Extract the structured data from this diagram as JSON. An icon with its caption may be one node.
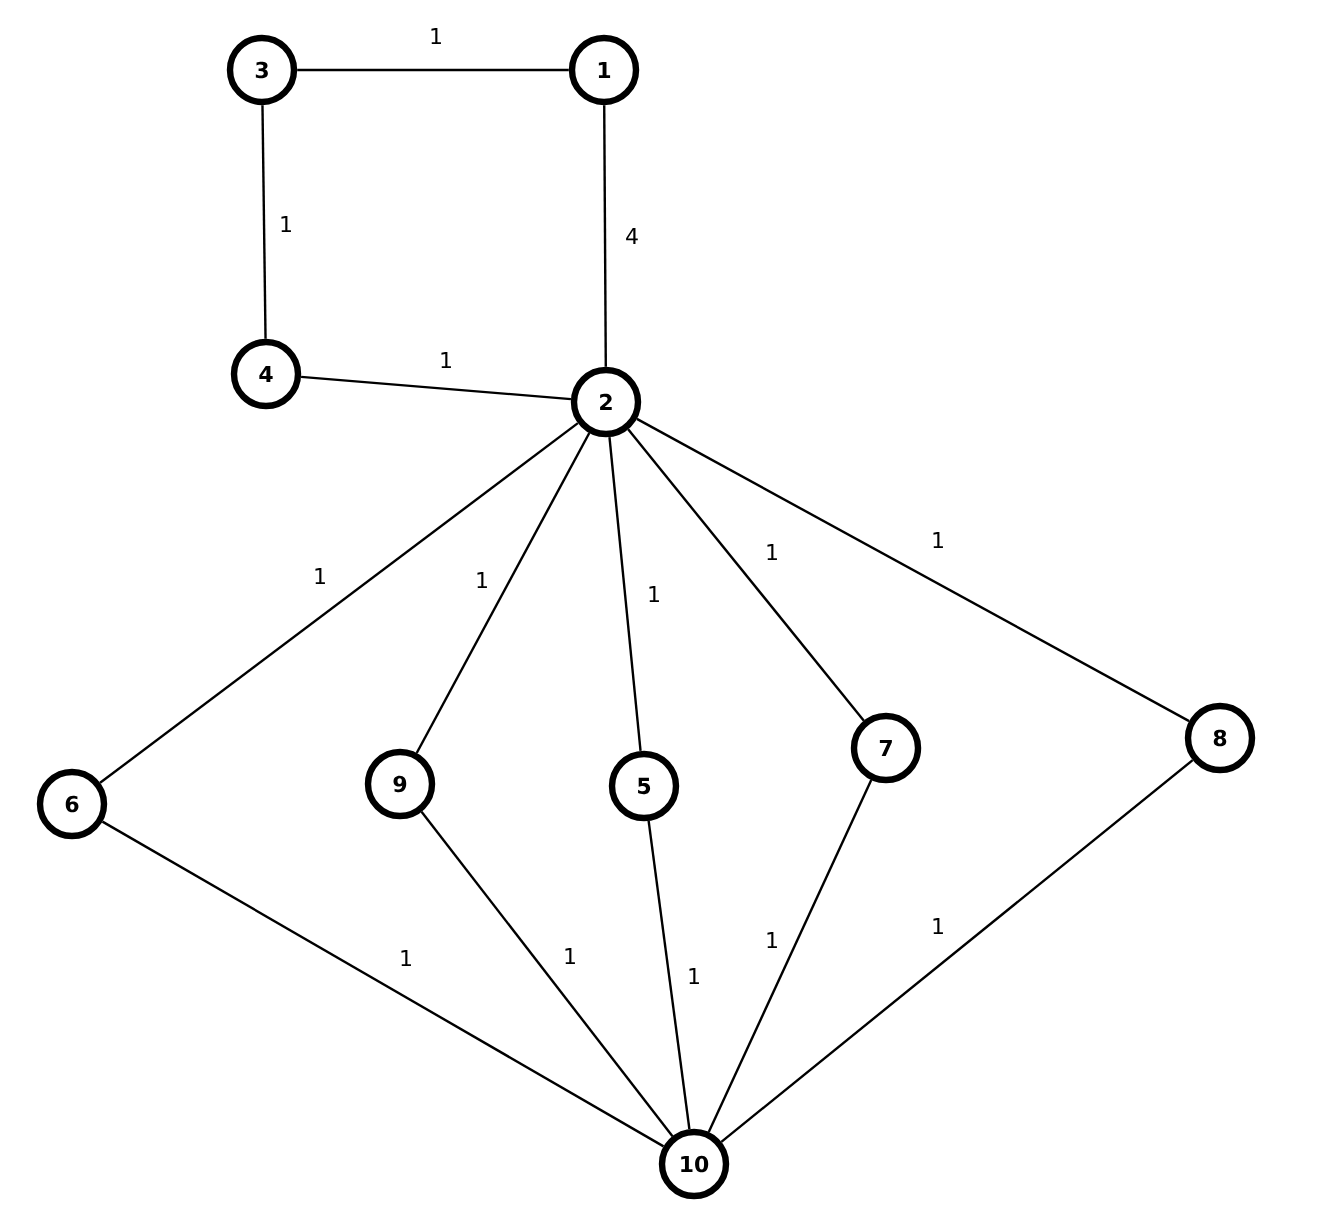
{
  "diagram": {
    "nodes": [
      {
        "text": [
          "3"
        ]
      },
      {
        "text": [
          "1"
        ]
      },
      {
        "text": [
          "4"
        ]
      },
      {
        "text": [
          "2"
        ]
      },
      {
        "text": [
          "6"
        ]
      },
      {
        "text": [
          "9"
        ]
      },
      {
        "text": [
          "5"
        ]
      },
      {
        "text": [
          "7"
        ]
      },
      {
        "text": [
          "8"
        ]
      },
      {
        "text": [
          "10"
        ]
      }
    ],
    "edges": [
      {
        "from": 0,
        "to": 1,
        "arrow": "none",
        "label": "1"
      },
      {
        "from": 0,
        "to": 2,
        "arrow": "none",
        "label": "1"
      },
      {
        "from": 1,
        "to": 3,
        "arrow": "none",
        "label": "4"
      },
      {
        "from": 2,
        "to": 3,
        "arrow": "none",
        "label": "1"
      },
      {
        "from": 3,
        "to": 4,
        "arrow": "none",
        "label": "1"
      },
      {
        "from": 3,
        "to": 5,
        "arrow": "none",
        "label": "1"
      },
      {
        "from": 3,
        "to": 6,
        "arrow": "none",
        "label": "1"
      },
      {
        "from": 3,
        "to": 7,
        "arrow": "none",
        "label": "1"
      },
      {
        "from": 3,
        "to": 8,
        "arrow": "none",
        "label": "1"
      },
      {
        "from": 4,
        "to": 9,
        "arrow": "none",
        "label": "1"
      },
      {
        "from": 5,
        "to": 9,
        "arrow": "none",
        "label": "1"
      },
      {
        "from": 6,
        "to": 9,
        "arrow": "none",
        "label": "1"
      },
      {
        "from": 7,
        "to": 9,
        "arrow": "none",
        "label": "1"
      },
      {
        "from": 8,
        "to": 9,
        "arrow": "none",
        "label": "1"
      }
    ]
  }
}
